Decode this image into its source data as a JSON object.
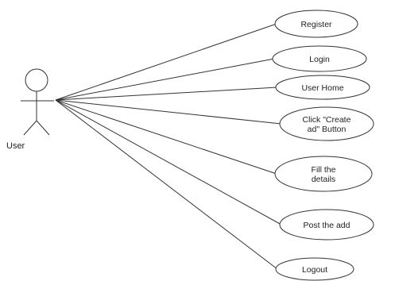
{
  "actor": {
    "name": "User",
    "icon": "stick-figure-actor-icon"
  },
  "use_cases": [
    {
      "id": "register",
      "lines": [
        "Register"
      ]
    },
    {
      "id": "login",
      "lines": [
        "Login"
      ]
    },
    {
      "id": "user-home",
      "lines": [
        "User Home"
      ]
    },
    {
      "id": "create-ad",
      "lines": [
        "Click \"Create",
        "ad\" Button"
      ]
    },
    {
      "id": "fill-details",
      "lines": [
        "Fill the",
        "details"
      ]
    },
    {
      "id": "post-add",
      "lines": [
        "Post the add"
      ]
    },
    {
      "id": "logout",
      "lines": [
        "Logout"
      ]
    }
  ],
  "colors": {
    "stroke": "#333333",
    "background": "#ffffff",
    "text": "#222222"
  }
}
